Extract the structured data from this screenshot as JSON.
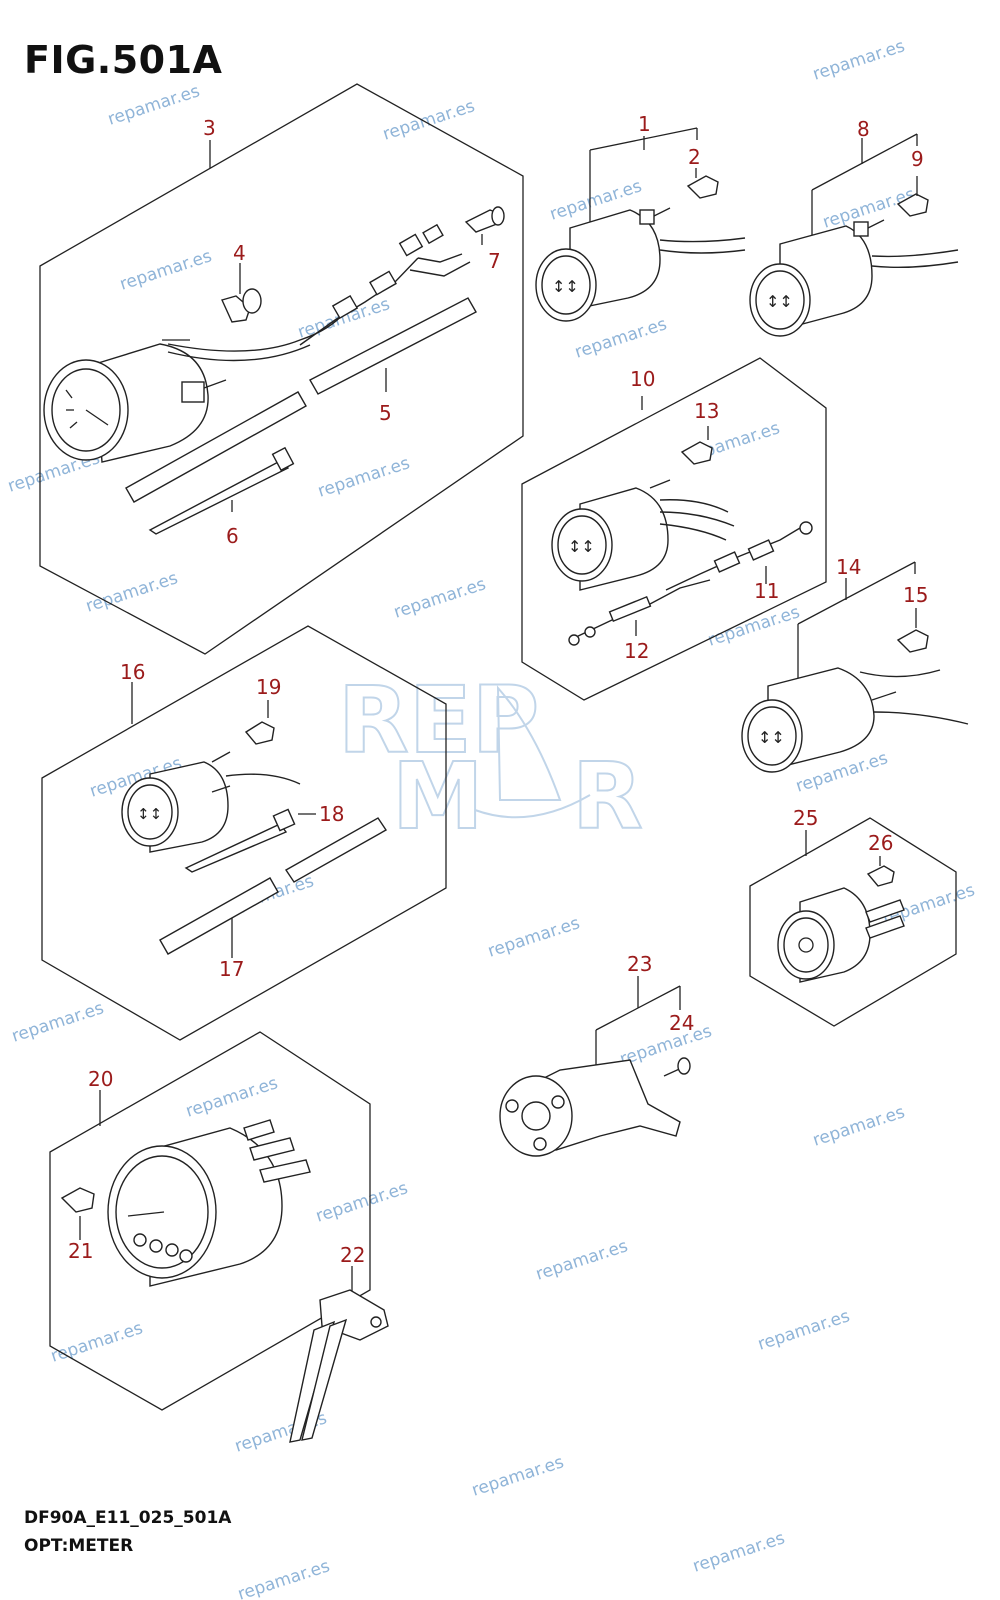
{
  "figure": {
    "title": "FIG.501A",
    "code": "DF90A_E11_025_501A",
    "subtitle": "OPT:METER"
  },
  "watermark": {
    "text": "repamar.es",
    "logo_top": "REP",
    "logo_bottom_left": "M",
    "logo_bottom_right": "R"
  },
  "callouts": [
    "1",
    "2",
    "3",
    "4",
    "5",
    "6",
    "7",
    "8",
    "9",
    "10",
    "11",
    "12",
    "13",
    "14",
    "15",
    "16",
    "17",
    "18",
    "19",
    "20",
    "21",
    "22",
    "23",
    "24",
    "25",
    "26"
  ],
  "colors": {
    "callout": "#9b1b1b",
    "watermark": "#8fb4d8",
    "line": "#222222"
  }
}
